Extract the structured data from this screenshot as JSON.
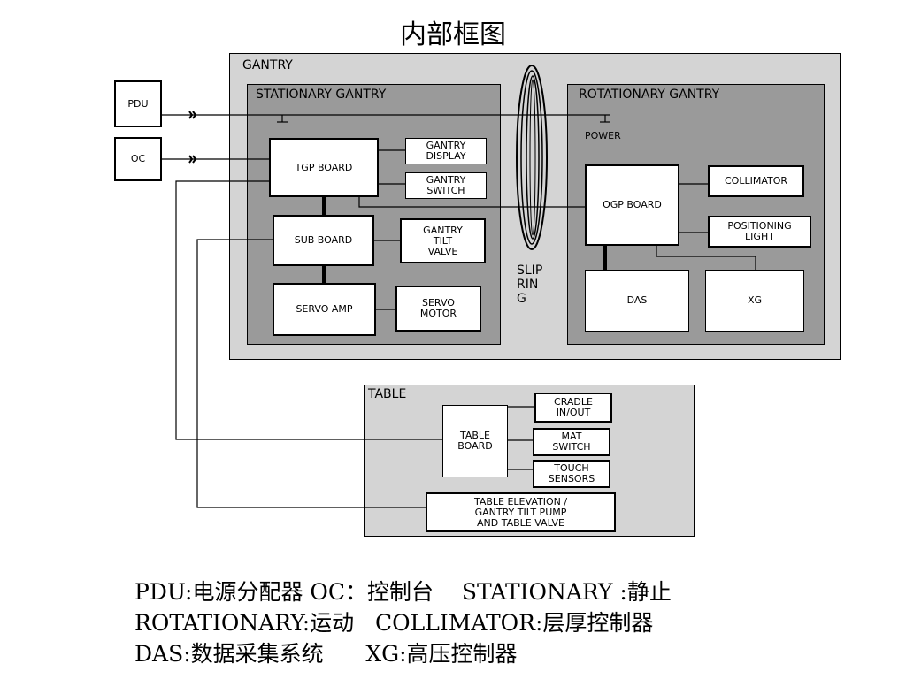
{
  "title": "内部框图",
  "gantry": {
    "label": "GANTRY",
    "stationary": {
      "label": "STATIONARY GANTRY",
      "tgp_board": "TGP BOARD",
      "gantry_display": "GANTRY\nDISPLAY",
      "gantry_switch": "GANTRY\nSWITCH",
      "sub_board": "SUB BOARD",
      "gantry_tilt_valve": "GANTRY\nTILT\nVALVE",
      "servo_amp": "SERVO AMP",
      "servo_motor": "SERVO\nMOTOR"
    },
    "rotational": {
      "label": "ROTATIONARY GANTRY",
      "power": "POWER",
      "ogp_board": "OGP BOARD",
      "collimator": "COLLIMATOR",
      "positioning_light": "POSITIONING\nLIGHT",
      "das": "DAS",
      "xg": "XG"
    },
    "slip_ring": "SLIP\nRIN\nG"
  },
  "external": {
    "pdu": "PDU",
    "oc": "OC"
  },
  "table": {
    "label": "TABLE",
    "table_board": "TABLE\nBOARD",
    "cradle": "CRADLE\nIN/OUT",
    "mat_switch": "MAT\nSWITCH",
    "touch_sensors": "TOUCH\nSENSORS",
    "elevation": "TABLE ELEVATION /\nGANTRY TILT PUMP\nAND TABLE VALVE"
  },
  "legend": [
    "PDU:电源分配器 OC：控制台    STATIONARY :静止",
    "ROTATIONARY:运动   COLLIMATOR:层厚控制器",
    "DAS:数据采集系统      XG:高压控制器"
  ],
  "colors": {
    "gantry_bg": "#d4d4d4",
    "inner_bg": "#9a9a9a",
    "table_bg": "#d4d4d4"
  }
}
